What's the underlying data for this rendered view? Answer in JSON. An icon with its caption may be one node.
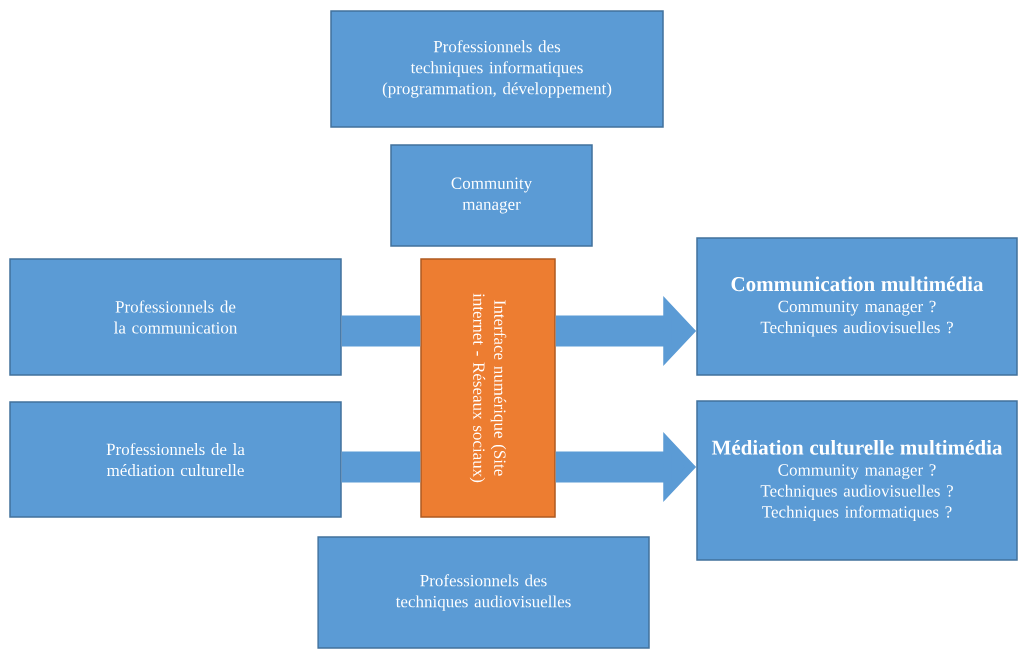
{
  "diagram": {
    "nodes": [
      {
        "text": [
          "Professionnels des techniques informatiques (programmation, développement)"
        ]
      },
      {
        "text": [
          "Community manager"
        ]
      },
      {
        "text": [
          "Professionnels de la communication"
        ]
      },
      {
        "text": [
          "Professionnels de la médiation culturelle"
        ]
      },
      {
        "text": [
          "Interface numérique (Site internet - Réseaux sociaux)"
        ]
      },
      {
        "text": [
          "Communication multimédia",
          "Community manager ?",
          "Techniques audiovisuelles ?"
        ]
      },
      {
        "text": [
          "Médiation culturelle multimédia",
          "Community manager ?",
          "Techniques audiovisuelles ?",
          "Techniques informatiques ?"
        ]
      },
      {
        "text": [
          "Professionnels des techniques audiovisuelles"
        ]
      }
    ],
    "edges": [
      {
        "from": 2,
        "to": 4,
        "arrow": "none"
      },
      {
        "from": 4,
        "to": 5,
        "arrow": "to"
      },
      {
        "from": 3,
        "to": 4,
        "arrow": "none"
      },
      {
        "from": 4,
        "to": 6,
        "arrow": "to"
      }
    ]
  }
}
